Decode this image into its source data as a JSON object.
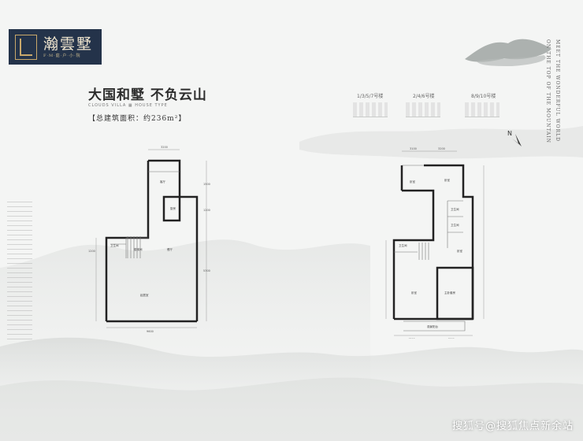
{
  "brand": {
    "name": "瀚雲墅",
    "tagline": "F·M·庭·户·小·院"
  },
  "headline": "大国和墅  不负云山",
  "subline": "CLOUDS VILLA ▦ HOUSE TYPE",
  "area": "【总建筑面积：约236m²】",
  "buildings": [
    {
      "label": "1/3/5/7号楼"
    },
    {
      "label": "2/4/6号楼"
    },
    {
      "label": "8/9/10号楼"
    }
  ],
  "side_text": [
    "MEET THE WONDERFUL WORLD",
    "ON THE TOP OF THE MOUNTAIN"
  ],
  "north": "N",
  "plan_left": {
    "dim_top": "3200",
    "dim_bottom": "9600",
    "dim_right_upper": "1500",
    "dim_right_mid": "1200",
    "dim_right_low": "5300",
    "dim_left": "1200",
    "rooms": {
      "top": "客厅",
      "side": "厨房",
      "wc": "卫生间",
      "stair": "楼梯间",
      "hall": "餐厅",
      "main": "起居室"
    }
  },
  "plan_right": {
    "dim_top": "3100",
    "dim_top2": "3200",
    "dim_bottom_left": "4800",
    "dim_bottom_right": "4800",
    "rooms": {
      "r1": "卧室",
      "r2": "卧室",
      "r3": "卫生间",
      "r4": "卫生间",
      "r5": "卫生间",
      "r6": "卧室",
      "r7": "卧室",
      "r8": "主卧套房",
      "balcony": "观景阳台"
    }
  },
  "watermark": "搜狐号@搜狐焦点新余站"
}
